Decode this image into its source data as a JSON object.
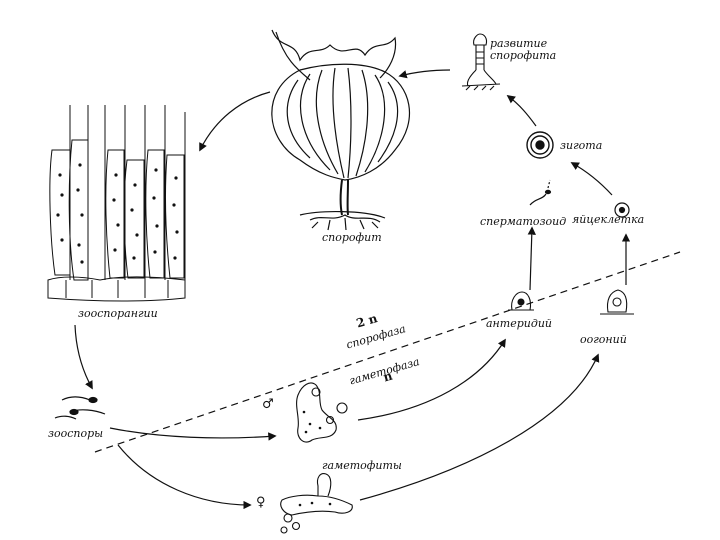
{
  "labels": {
    "razvitie_sporofita": "развитие\nспорофита",
    "zigota": "зигота",
    "spermatozoid": "сперматозоид",
    "yaycekletka": "яйцеклетка",
    "sporofit": "спорофит",
    "zoosporangii": "зооспорангии",
    "zoospory": "зооспоры",
    "anteridiy": "антеридий",
    "oogoniy": "оогоний",
    "gametofity": "гаметофиты",
    "two_n": "2 n",
    "sporofaza": "спорофаза",
    "gametofaza": "гаметофаза",
    "n": "n",
    "male_symbol": "♂",
    "female_symbol": "♀"
  }
}
